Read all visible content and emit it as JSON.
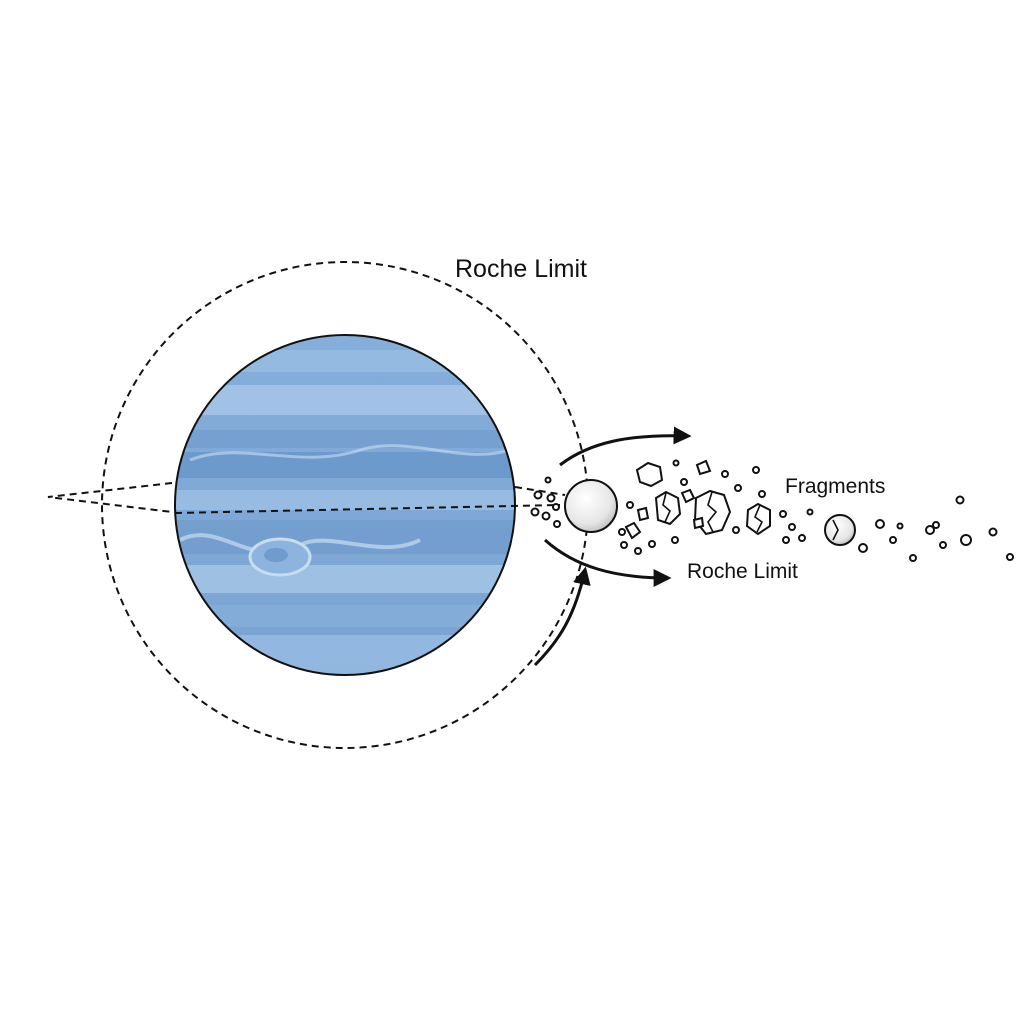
{
  "labels": {
    "roche_limit_top": "Roche Limit",
    "fragments": "Fragments",
    "roche_limit_bottom": "Roche Limit"
  },
  "colors": {
    "planet_base": "#7ea8d6",
    "planet_band_light": "#a9c8e8",
    "planet_band_dark": "#5f8fc4",
    "outline": "#111111",
    "moon_fill": "#f2f2f2"
  },
  "icons": {
    "planet": "planet-icon",
    "moon": "moon-icon",
    "arrow": "arrowhead-icon"
  }
}
